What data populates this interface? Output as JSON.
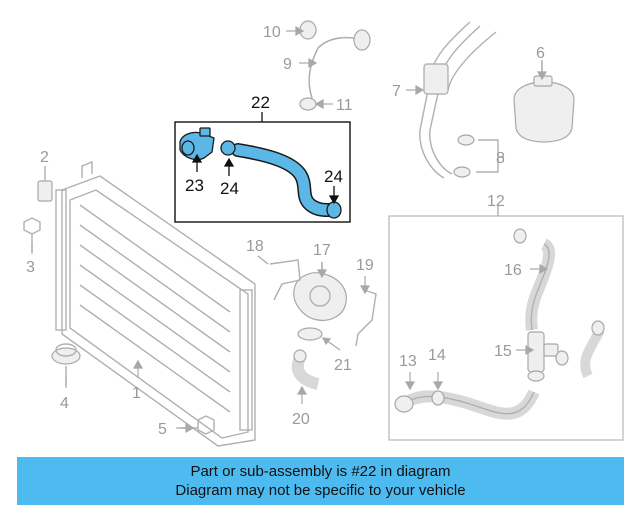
{
  "diagram": {
    "callouts": {
      "c1": "1",
      "c2": "2",
      "c3": "3",
      "c4": "4",
      "c5": "5",
      "c6": "6",
      "c7": "7",
      "c8": "8",
      "c9": "9",
      "c10": "10",
      "c11": "11",
      "c12": "12",
      "c13": "13",
      "c14": "14",
      "c15": "15",
      "c16": "16",
      "c17": "17",
      "c18": "18",
      "c19": "19",
      "c20": "20",
      "c21": "21",
      "c22": "22",
      "c23": "23",
      "c24a": "24",
      "c24b": "24"
    },
    "highlight_color": "#5bb8e6",
    "banner_color": "#4ebbf0"
  },
  "banner": {
    "line1": "Part or sub-assembly is #22 in diagram",
    "line2": "Diagram may not be specific to your vehicle"
  }
}
